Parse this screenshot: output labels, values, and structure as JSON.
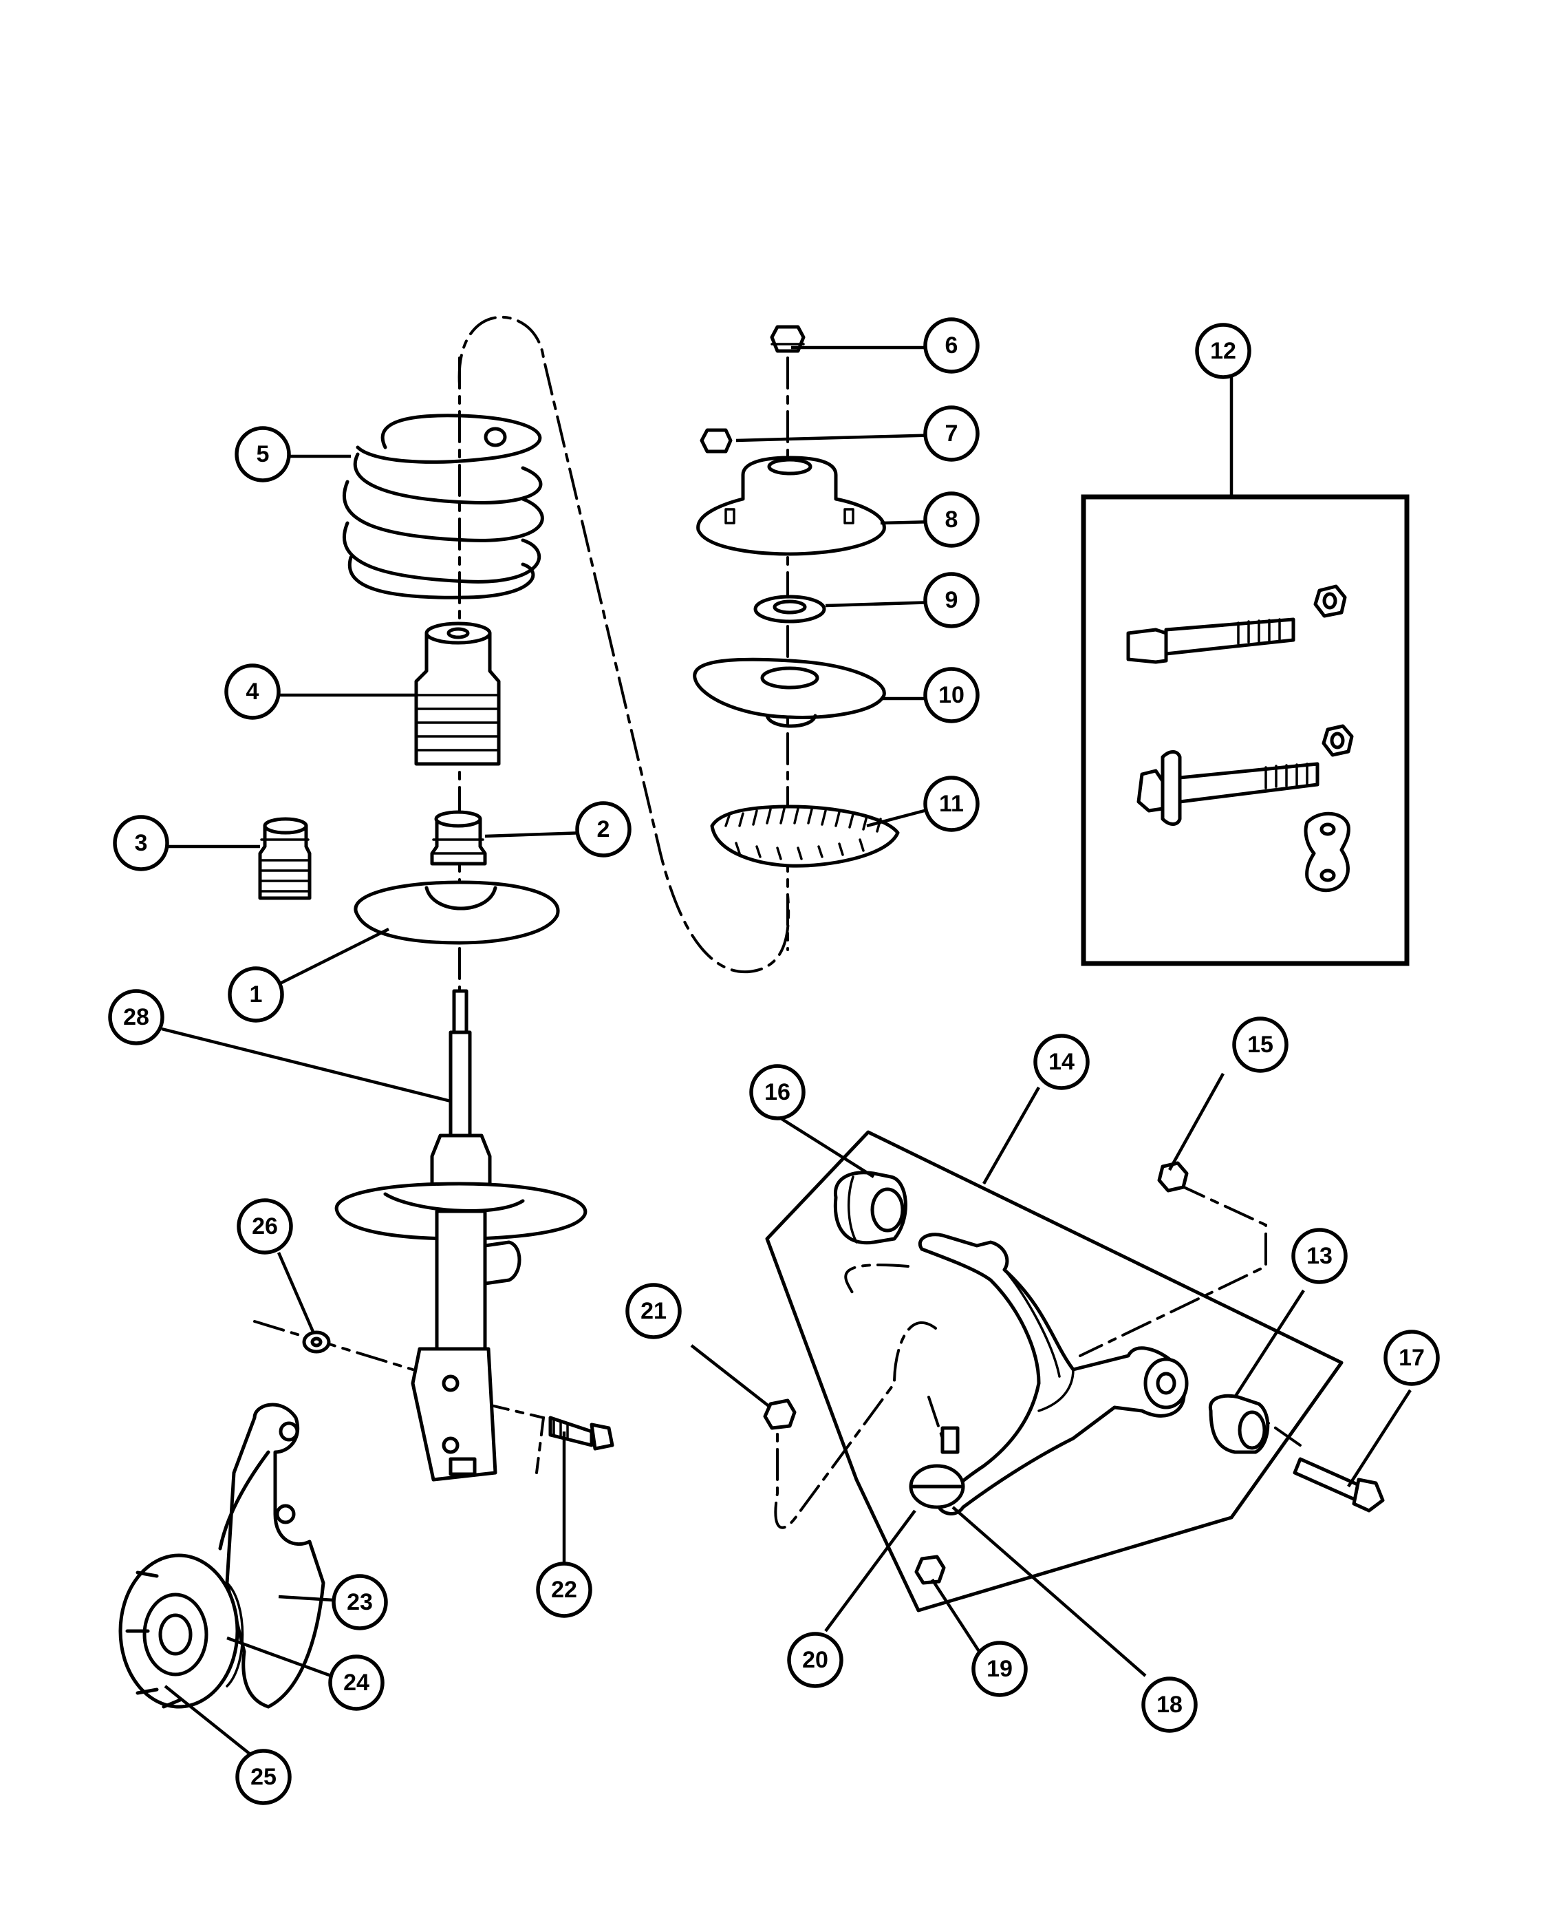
{
  "callouts": [
    {
      "id": "1",
      "label": "1"
    },
    {
      "id": "2",
      "label": "2"
    },
    {
      "id": "3",
      "label": "3"
    },
    {
      "id": "4",
      "label": "4"
    },
    {
      "id": "5",
      "label": "5"
    },
    {
      "id": "6",
      "label": "6"
    },
    {
      "id": "7",
      "label": "7"
    },
    {
      "id": "8",
      "label": "8"
    },
    {
      "id": "9",
      "label": "9"
    },
    {
      "id": "10",
      "label": "10"
    },
    {
      "id": "11",
      "label": "11"
    },
    {
      "id": "12",
      "label": "12"
    },
    {
      "id": "13",
      "label": "13"
    },
    {
      "id": "14",
      "label": "14"
    },
    {
      "id": "15",
      "label": "15"
    },
    {
      "id": "16",
      "label": "16"
    },
    {
      "id": "17",
      "label": "17"
    },
    {
      "id": "18",
      "label": "18"
    },
    {
      "id": "19",
      "label": "19"
    },
    {
      "id": "20",
      "label": "20"
    },
    {
      "id": "21",
      "label": "21"
    },
    {
      "id": "22",
      "label": "22"
    },
    {
      "id": "23",
      "label": "23"
    },
    {
      "id": "24",
      "label": "24"
    },
    {
      "id": "25",
      "label": "25"
    },
    {
      "id": "26",
      "label": "26"
    },
    {
      "id": "28",
      "label": "28"
    }
  ]
}
